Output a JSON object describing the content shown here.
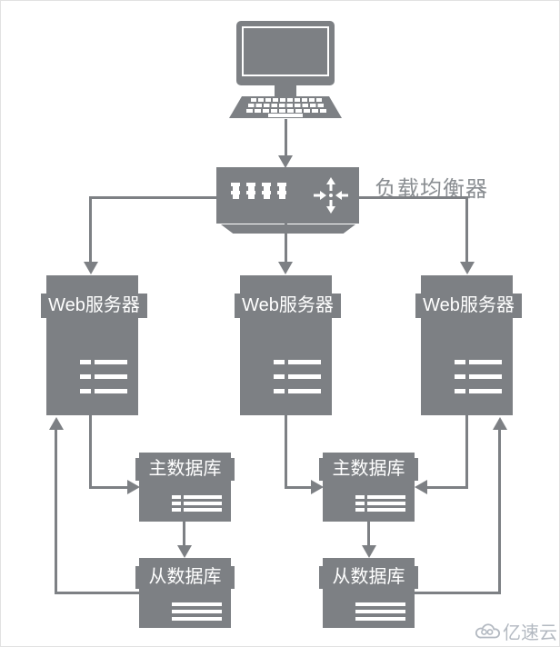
{
  "colors": {
    "node_gray": "#7d8084",
    "balancer_label_gray": "#8a8e92",
    "watermark_gray": "#b3b9c1",
    "icon_white": "#ffffff",
    "background": "#ffffff"
  },
  "labels": {
    "load_balancer": "负载均衡器",
    "watermark": "亿速云"
  },
  "nodes": {
    "client": {
      "type": "desktop-computer"
    },
    "load_balancer": {
      "type": "load-balancer-appliance"
    },
    "web_servers": [
      {
        "label": "Web服务器"
      },
      {
        "label": "Web服务器"
      },
      {
        "label": "Web服务器"
      }
    ],
    "db_groups": [
      {
        "master": {
          "label": "主数据库"
        },
        "slave": {
          "label": "从数据库"
        }
      },
      {
        "master": {
          "label": "主数据库"
        },
        "slave": {
          "label": "从数据库"
        }
      }
    ]
  },
  "edges": [
    {
      "from": "client-computer",
      "to": "load-balancer"
    },
    {
      "from": "load-balancer",
      "to": "web-server-1"
    },
    {
      "from": "load-balancer",
      "to": "web-server-2"
    },
    {
      "from": "load-balancer",
      "to": "web-server-3"
    },
    {
      "from": "web-server-1",
      "to": "master-db-1"
    },
    {
      "from": "master-db-1",
      "to": "slave-db-1"
    },
    {
      "from": "slave-db-1",
      "to": "web-server-1"
    },
    {
      "from": "web-server-2",
      "to": "master-db-2"
    },
    {
      "from": "web-server-3",
      "to": "master-db-2"
    },
    {
      "from": "master-db-2",
      "to": "slave-db-2"
    },
    {
      "from": "slave-db-2",
      "to": "web-server-3"
    }
  ]
}
